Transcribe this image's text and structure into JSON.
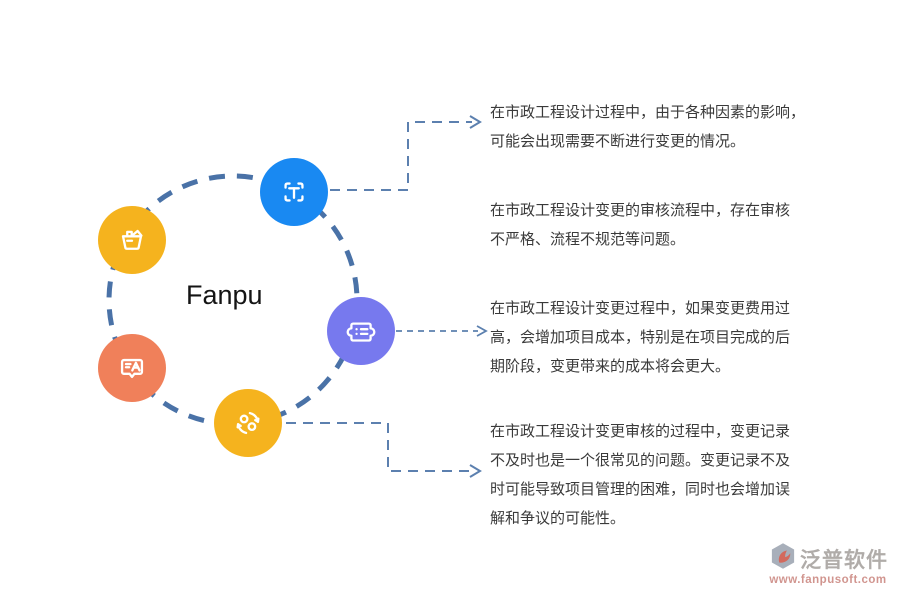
{
  "center_label": "Fanpu",
  "notes": [
    {
      "text": "在市政工程设计过程中，由于各种因素的影响，\n可能会出现需要不断进行变更的情况。"
    },
    {
      "text": "在市政工程设计变更的审核流程中，存在审核\n不严格、流程不规范等问题。"
    },
    {
      "text": "在市政工程设计变更过程中，如果变更费用过\n高，会增加项目成本，特别是在项目完成的后\n期阶段，变更带来的成本将会更大。"
    },
    {
      "text": "在市政工程设计变更审核的过程中，变更记录\n不及时也是一个很常见的问题。变更记录不及\n时可能导致项目管理的困难，同时也会增加误\n解和争议的可能性。"
    }
  ],
  "icons": [
    {
      "name": "basket-icon",
      "color": "#F5B31E"
    },
    {
      "name": "text-scan-icon",
      "color": "#1989F2"
    },
    {
      "name": "ticket-icon",
      "color": "#7779EE"
    },
    {
      "name": "translate-icon",
      "color": "#F0805A"
    },
    {
      "name": "sync-icon",
      "color": "#F5B31E"
    }
  ],
  "colors": {
    "orbit_dash": "#4A72A7",
    "connector": "#5C80AF",
    "note_text": "#3A3A3A"
  },
  "logo": {
    "name": "泛普软件",
    "url": "www.fanpusoft.com"
  }
}
